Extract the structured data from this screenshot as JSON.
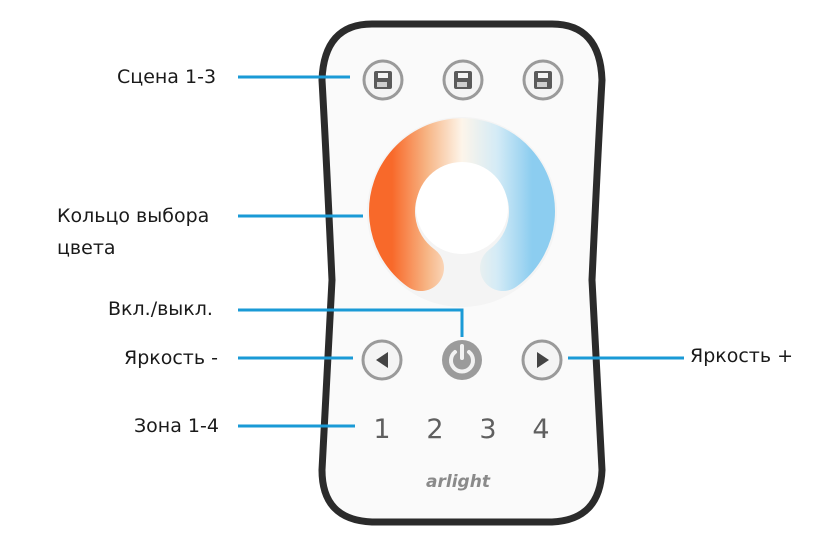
{
  "labels": {
    "scene": "Сцена 1-3",
    "ring_line1": "Кольцо выбора",
    "ring_line2": "цвета",
    "power": "Вкл./выкл.",
    "brightness_down": "Яркость -",
    "brightness_up": "Яркость +",
    "zone": "Зона 1-4"
  },
  "remote": {
    "zones": [
      "1",
      "2",
      "3",
      "4"
    ],
    "brand": "arlight",
    "scene_buttons": [
      "save-icon",
      "save-icon",
      "save-icon"
    ]
  },
  "colors": {
    "leader_line": "#1a9ad6",
    "ring_warm": "#f8692a",
    "ring_cool": "#8ccdf0",
    "remote_frame": "#2b2b2b"
  }
}
